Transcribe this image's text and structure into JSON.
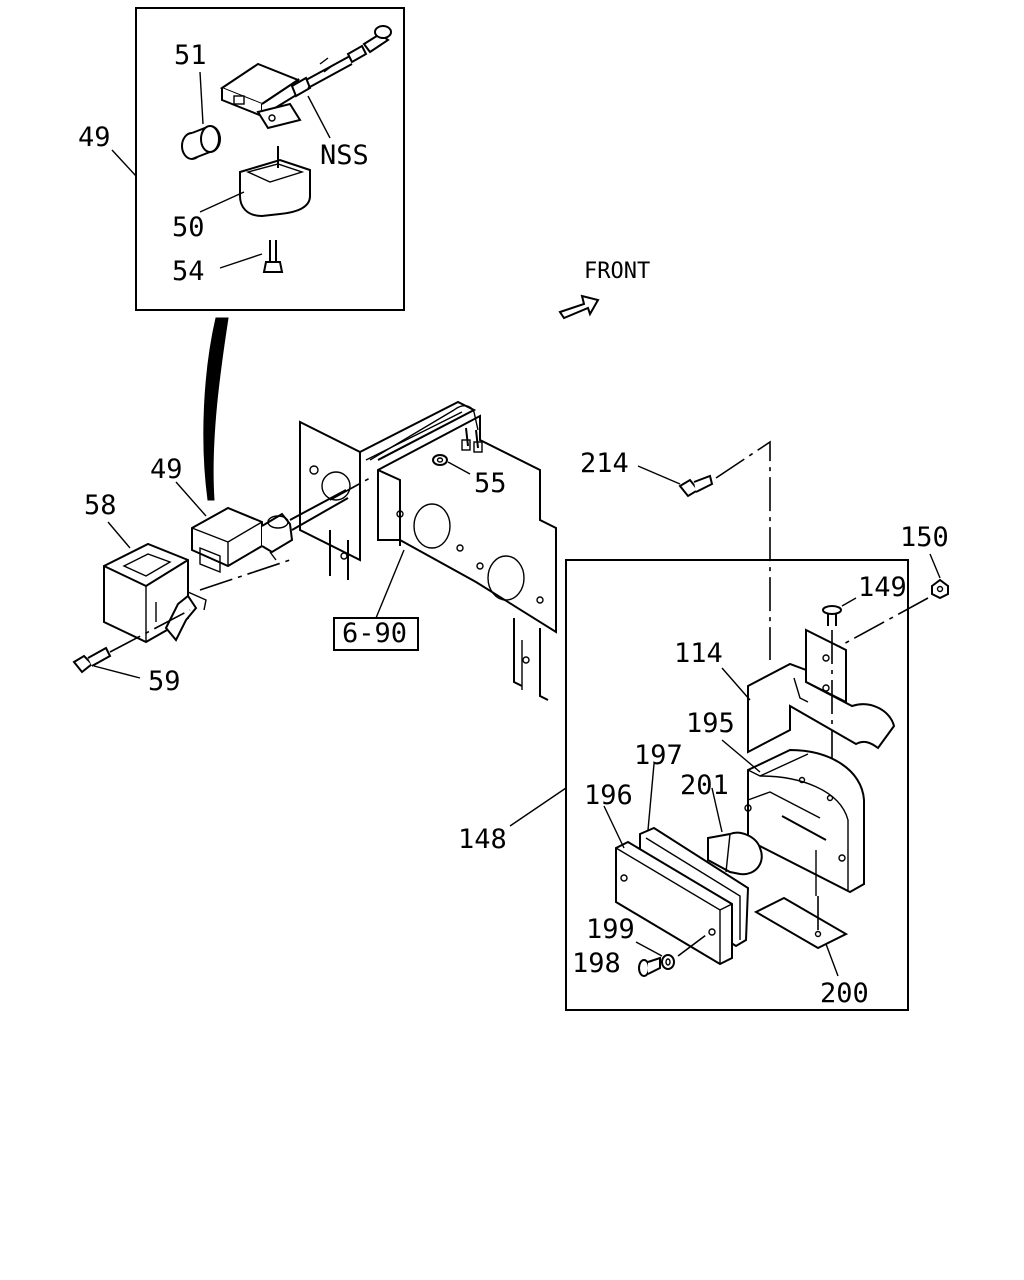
{
  "labels": {
    "p51": "51",
    "p49_top": "49",
    "nss": "NSS",
    "p50": "50",
    "p54": "54",
    "front": "FRONT",
    "p49": "49",
    "p55": "55",
    "p58": "58",
    "p59": "59",
    "ref_6_90": "6-90",
    "p214": "214",
    "p150": "150",
    "p149": "149",
    "p114": "114",
    "p195": "195",
    "p197": "197",
    "p201": "201",
    "p196": "196",
    "p148": "148",
    "p199": "199",
    "p198": "198",
    "p200": "200"
  }
}
